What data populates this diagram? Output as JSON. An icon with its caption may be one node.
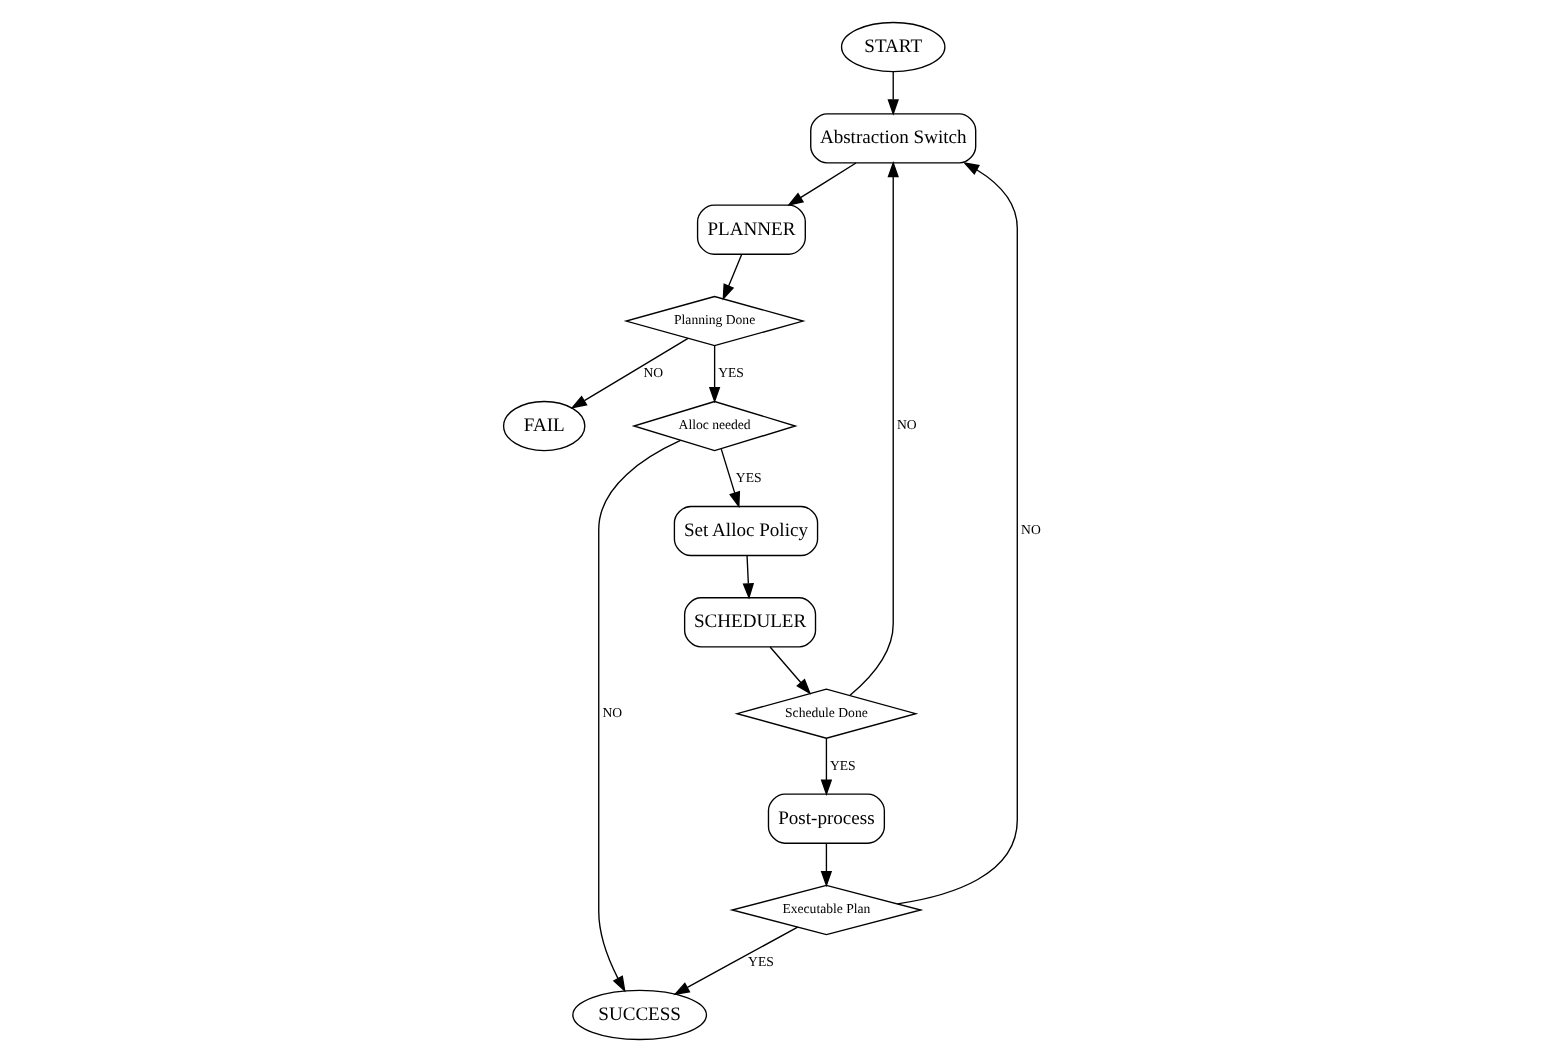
{
  "diagram": {
    "nodes": [
      {
        "text": [
          "START"
        ]
      },
      {
        "text": [
          "Abstraction Switch"
        ]
      },
      {
        "text": [
          "PLANNER"
        ]
      },
      {
        "text": [
          "Planning Done"
        ]
      },
      {
        "text": [
          "FAIL"
        ]
      },
      {
        "text": [
          "Alloc needed"
        ]
      },
      {
        "text": [
          "SUCCESS"
        ]
      },
      {
        "text": [
          "Set Alloc Policy"
        ]
      },
      {
        "text": [
          "SCHEDULER"
        ]
      },
      {
        "text": [
          "Schedule Done"
        ]
      },
      {
        "text": [
          "Post-process"
        ]
      },
      {
        "text": [
          "Executable Plan"
        ]
      }
    ],
    "edges": [
      {
        "from": 0,
        "to": 1,
        "arrow": "to"
      },
      {
        "from": 1,
        "to": 2,
        "arrow": "to"
      },
      {
        "from": 2,
        "to": 3,
        "arrow": "to"
      },
      {
        "from": 3,
        "to": 4,
        "label": "NO",
        "arrow": "to"
      },
      {
        "from": 3,
        "to": 5,
        "label": "YES",
        "arrow": "to"
      },
      {
        "from": 5,
        "to": 6,
        "label": "NO",
        "arrow": "to"
      },
      {
        "from": 5,
        "to": 7,
        "label": "YES",
        "arrow": "to"
      },
      {
        "from": 7,
        "to": 8,
        "arrow": "to"
      },
      {
        "from": 8,
        "to": 9,
        "arrow": "to"
      },
      {
        "from": 9,
        "to": 10,
        "label": "YES",
        "arrow": "to"
      },
      {
        "from": 9,
        "to": 1,
        "label": "NO",
        "arrow": "to"
      },
      {
        "from": 10,
        "to": 11,
        "arrow": "to"
      },
      {
        "from": 11,
        "to": 6,
        "label": "YES",
        "arrow": "to"
      },
      {
        "from": 11,
        "to": 1,
        "label": "NO",
        "arrow": "to"
      }
    ]
  }
}
